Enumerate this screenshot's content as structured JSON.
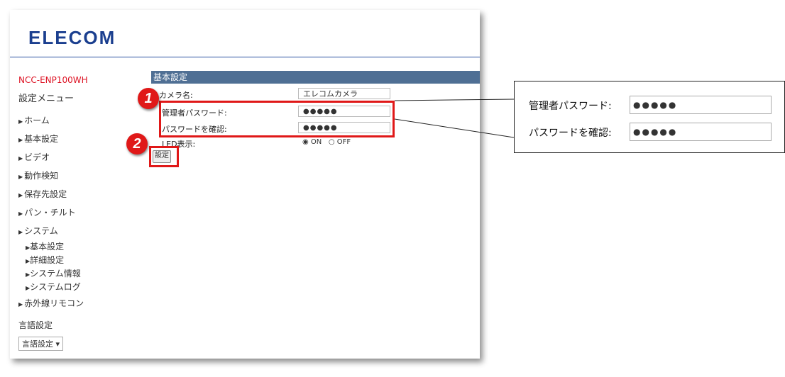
{
  "header": {
    "logo": "ELECOM"
  },
  "sidebar": {
    "model": "NCC-ENP100WH",
    "menu_title": "設定メニュー",
    "items": [
      {
        "label": "ホーム"
      },
      {
        "label": "基本設定"
      },
      {
        "label": "ビデオ"
      },
      {
        "label": "動作検知"
      },
      {
        "label": "保存先設定"
      },
      {
        "label": "パン・チルト"
      },
      {
        "label": "システム"
      }
    ],
    "system_sub": [
      {
        "label": "基本設定"
      },
      {
        "label": "詳細設定"
      },
      {
        "label": "システム情報"
      },
      {
        "label": "システムログ"
      }
    ],
    "after_items": [
      {
        "label": "赤外線リモコン"
      }
    ],
    "language": {
      "title": "言語設定",
      "select_value": "言語設定"
    }
  },
  "panel": {
    "title": "基本設定",
    "camera_name_label": "カメラ名:",
    "camera_name_value": "エレコムカメラ",
    "admin_pw_label": "管理者パスワード:",
    "admin_pw_value": "●●●●●",
    "confirm_pw_label": "パスワードを確認:",
    "confirm_pw_value": "●●●●●",
    "led_label": "LED表示:",
    "led_on": "◉ ON",
    "led_off": "○ OFF",
    "submit_label": "設定"
  },
  "annotations": {
    "badge1": "1",
    "badge2": "2"
  },
  "callout": {
    "admin_pw_label": "管理者パスワード:",
    "admin_pw_value": "●●●●●",
    "confirm_pw_label": "パスワードを確認:",
    "confirm_pw_value": "●●●●●"
  },
  "colors": {
    "highlight": "#e01818",
    "panel_header": "#4f6f94",
    "logo": "#1b3f8f",
    "model": "#dd1122"
  }
}
